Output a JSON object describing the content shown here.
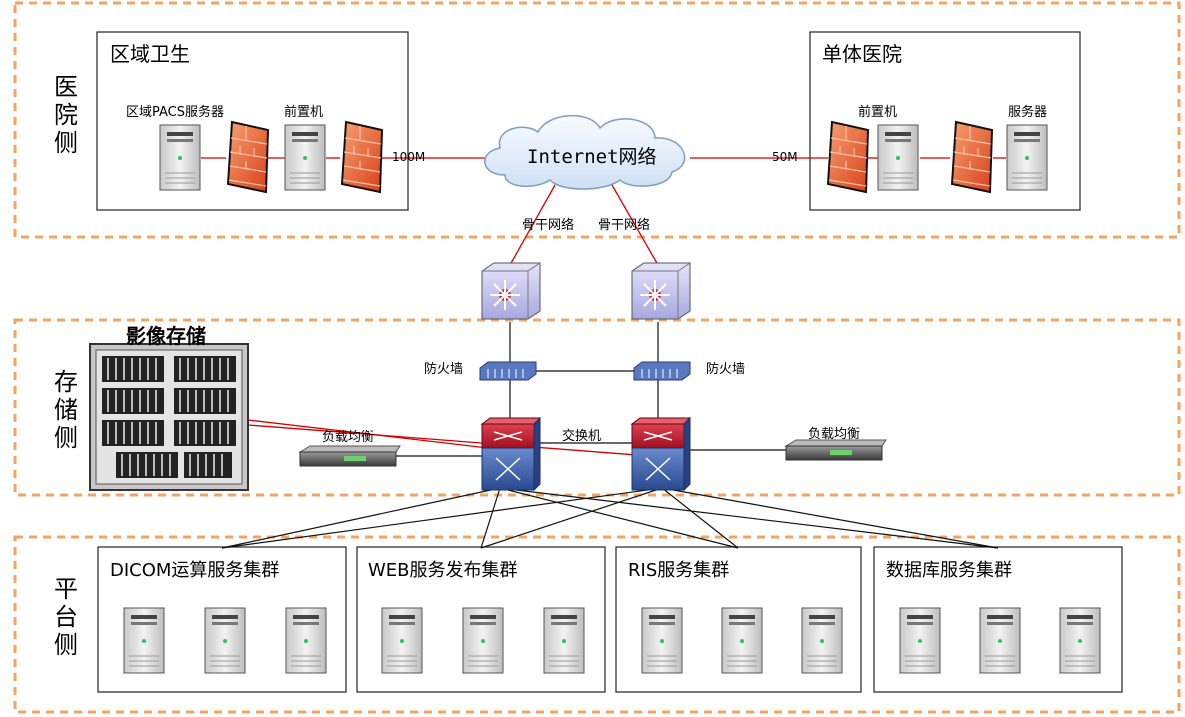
{
  "sides": {
    "hospital": "医院侧",
    "storage": "存储侧",
    "platform": "平台侧"
  },
  "regional": {
    "title": "区域卫生",
    "pacs_server": "区域PACS服务器",
    "front_machine": "前置机",
    "link_speed": "100M"
  },
  "hospital": {
    "title": "单体医院",
    "front_machine": "前置机",
    "server": "服务器",
    "link_speed": "50M"
  },
  "internet": {
    "label": "Internet网络",
    "backbone_left": "骨干网络",
    "backbone_right": "骨干网络"
  },
  "storage": {
    "image_storage": "影像存储",
    "firewall_left": "防火墙",
    "firewall_right": "防火墙",
    "switch": "交换机",
    "lb_left": "负载均衡",
    "lb_right": "负载均衡"
  },
  "clusters": [
    {
      "title": "DICOM运算服务集群"
    },
    {
      "title": "WEB服务发布集群"
    },
    {
      "title": "RIS服务集群"
    },
    {
      "title": "数据库服务集群"
    }
  ],
  "colors": {
    "dashed_border": "#f4a460",
    "firewall": "#e8602c",
    "link_red": "#d40000",
    "switch_top": "#c8202c",
    "switch_bottom": "#3a5aa0",
    "router": "#c8c8f0"
  }
}
